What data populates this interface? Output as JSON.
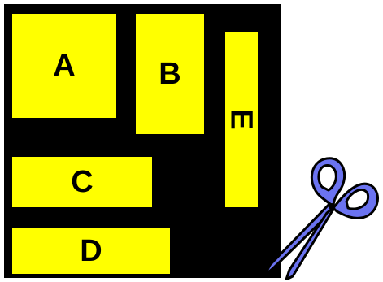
{
  "pieces": [
    {
      "id": "A",
      "label": "A"
    },
    {
      "id": "B",
      "label": "B"
    },
    {
      "id": "E",
      "label": "E"
    },
    {
      "id": "C",
      "label": "C"
    },
    {
      "id": "D",
      "label": "D"
    }
  ],
  "colors": {
    "piece_fill": "#ffff00",
    "grid_line": "#000000",
    "scissors_handle": "#6b73f0",
    "scissors_blade": "#6b73f0"
  },
  "icons": {
    "scissors": "scissors-icon"
  }
}
